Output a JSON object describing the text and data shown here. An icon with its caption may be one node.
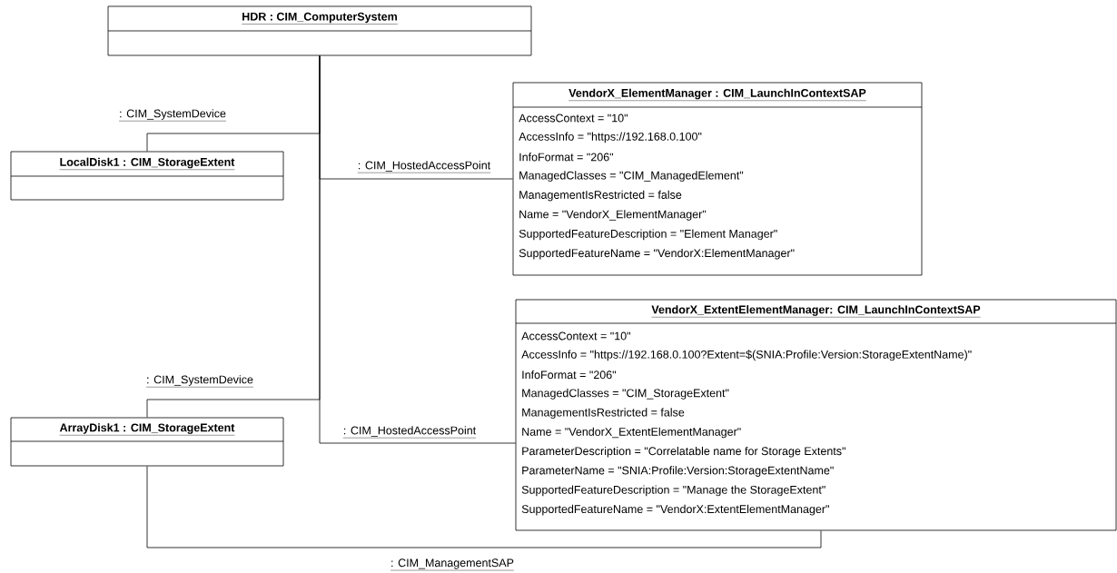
{
  "diagram": {
    "nodes": [
      {
        "text": [
          "HDR : CIM_ComputerSystem"
        ]
      },
      {
        "text": [
          "LocalDisk1 : CIM_StorageExtent"
        ]
      },
      {
        "text": [
          "VendorX_ElementManager : CIM_LaunchInContextSAP",
          "AccessContext = \"10\"",
          "AccessInfo = \"https://192.168.0.100\"",
          "InfoFormat = \"206\"",
          "ManagedClasses = \"CIM_ManagedElement\"",
          "ManagementIsRestricted = false",
          "Name = \"VendorX_ElementManager\"",
          "SupportedFeatureDescription = \"Element Manager\"",
          "SupportedFeatureName = \"VendorX:ElementManager\""
        ]
      },
      {
        "text": [
          "ArrayDisk1 : CIM_StorageExtent"
        ]
      },
      {
        "text": [
          "VendorX_ExtentElementManager: CIM_LaunchInContextSAP",
          "AccessContext = \"10\"",
          "AccessInfo = \"https://192.168.0.100?Extent=$(SNIA:Profile:Version:StorageExtentName)\"",
          "InfoFormat = \"206\"",
          "ManagedClasses = \"CIM_StorageExtent\"",
          "ManagementIsRestricted = false",
          "Name = \"VendorX_ExtentElementManager\"",
          "ParameterDescription = \"Correlatable name for Storage Extents\"",
          "ParameterName = \"SNIA:Profile:Version:StorageExtentName\"",
          "SupportedFeatureDescription = \"Manage the StorageExtent\"",
          "SupportedFeatureName = \"VendorX:ExtentElementManager\""
        ]
      }
    ],
    "edges": [
      {
        "from": 0,
        "to": 1,
        "arrow": "none",
        "label": ": CIM_SystemDevice"
      },
      {
        "from": 0,
        "to": 2,
        "arrow": "none",
        "label": ": CIM_HostedAccessPoint"
      },
      {
        "from": 0,
        "to": 3,
        "arrow": "none",
        "label": ": CIM_SystemDevice"
      },
      {
        "from": 0,
        "to": 4,
        "arrow": "none",
        "label": ": CIM_HostedAccessPoint"
      },
      {
        "from": 3,
        "to": 4,
        "arrow": "none",
        "label": ": CIM_ManagementSAP"
      }
    ]
  }
}
